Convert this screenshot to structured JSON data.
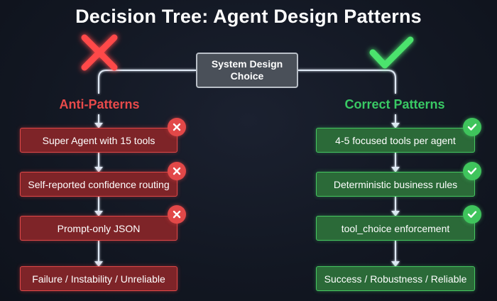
{
  "title": "Decision Tree: Agent Design Patterns",
  "root": {
    "line1": "System Design",
    "line2": "Choice"
  },
  "anti_patterns": {
    "heading": "Anti-Patterns",
    "items": [
      "Super Agent with 15 tools",
      "Self-reported confidence routing",
      "Prompt-only JSON"
    ],
    "outcome": "Failure / Instability / Unreliable"
  },
  "correct_patterns": {
    "heading": "Correct Patterns",
    "items": [
      "4-5 focused tools per agent",
      "Deterministic business rules",
      "tool_choice enforcement"
    ],
    "outcome": "Success / Robustness / Reliable"
  },
  "colors": {
    "bad": "#e24848",
    "good": "#3fc45c",
    "background": "#121722"
  },
  "icons": {
    "bad_symbol": "cross-icon",
    "good_symbol": "checkmark-icon"
  }
}
